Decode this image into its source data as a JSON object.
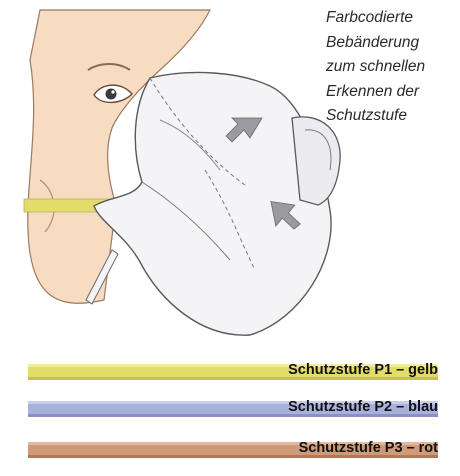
{
  "caption": {
    "lines": [
      "Farbcodierte",
      "Bebänderung",
      "zum schnellen",
      "Erkennen der",
      "Schutzstufe"
    ]
  },
  "bands": [
    {
      "label": "Schutzstufe P1 – gelb",
      "color": "#e2dc6a"
    },
    {
      "label": "Schutzstufe P2 – blau",
      "color": "#aab0dc"
    },
    {
      "label": "Schutzstufe P3 – rot",
      "color": "#cf9a7a"
    }
  ],
  "colors": {
    "strap_yellow": "#e2dc6a",
    "skin": "#f7dcc2",
    "mask": "#f4f4f6",
    "outline": "#5a5a5a"
  }
}
